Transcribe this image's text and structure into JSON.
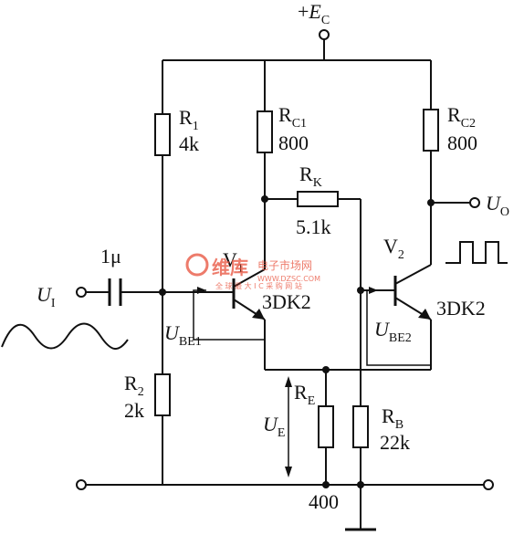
{
  "supply": {
    "sign": "+",
    "symbol": "E",
    "sub": "C"
  },
  "resistors": {
    "r1": {
      "name": "R",
      "sub": "1",
      "value": "4k"
    },
    "rc1": {
      "name": "R",
      "sub": "C1",
      "value": "800"
    },
    "rc2": {
      "name": "R",
      "sub": "C2",
      "value": "800"
    },
    "rk": {
      "name": "R",
      "sub": "K",
      "value": "5.1k"
    },
    "r2": {
      "name": "R",
      "sub": "2",
      "value": "2k"
    },
    "re": {
      "name": "R",
      "sub": "E",
      "value": "400"
    },
    "rb": {
      "name": "R",
      "sub": "B",
      "value": "22k"
    }
  },
  "capacitor": {
    "value": "1μ"
  },
  "transistors": {
    "v1": {
      "name": "V",
      "sub": "1",
      "model": "3DK2"
    },
    "v2": {
      "name": "V",
      "sub": "2",
      "model": "3DK2"
    }
  },
  "signals": {
    "input": {
      "symbol": "U",
      "sub": "I"
    },
    "output": {
      "symbol": "U",
      "sub": "O"
    },
    "ube1": {
      "symbol": "U",
      "sub": "BE1"
    },
    "ube2": {
      "symbol": "U",
      "sub": "BE2"
    },
    "ue": {
      "symbol": "U",
      "sub": "E"
    }
  },
  "watermark": {
    "brand": "维库",
    "cn": "电子市场网",
    "url": "WWW.DZSC.COM",
    "tagline": "全 球 最 大 I C 采 购 网 站"
  }
}
